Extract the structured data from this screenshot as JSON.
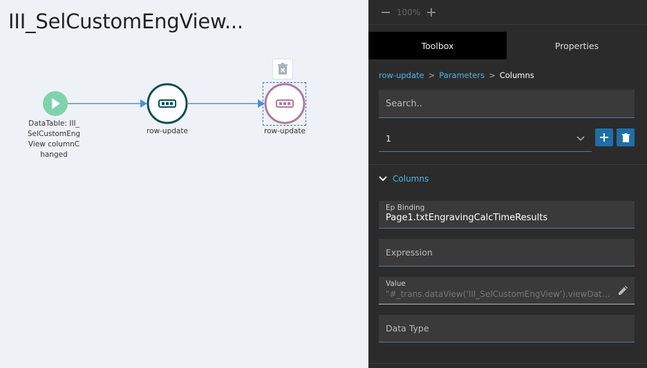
{
  "workflow": {
    "title": "III_SelCustomEngView...",
    "nodes": [
      {
        "label": "DataTable: III_SelCustomEngView columnChanged"
      },
      {
        "label": "row-update"
      },
      {
        "label": "row-update"
      }
    ]
  },
  "colors": {
    "start_node": "#7fd3ac",
    "node1_ring": "#0f4c5c",
    "node2_ring": "#b07a9a",
    "connector": "#4a90d9",
    "accent_link": "#4fb6e8",
    "button_blue": "#1e6fa8"
  },
  "zoom": {
    "minus_icon": "minus-icon",
    "level": "100%",
    "plus_icon": "plus-icon"
  },
  "tabs": [
    {
      "label": "Toolbox"
    },
    {
      "label": "Properties"
    }
  ],
  "breadcrumb": {
    "items": [
      "row-update",
      "Parameters"
    ],
    "current": "Columns",
    "separator": ">"
  },
  "search": {
    "placeholder": "Search.."
  },
  "index_select": {
    "value": "1"
  },
  "columns_section": {
    "title": "Columns"
  },
  "properties": {
    "ep_binding": {
      "label": "Ep Binding",
      "value": "Page1.txtEngravingCalcTimeResults"
    },
    "expression": {
      "placeholder": "Expression"
    },
    "value": {
      "label": "Value",
      "value": "\"#_trans.dataView('III_SelCustomEngView').viewData...."
    },
    "data_type": {
      "placeholder": "Data Type"
    }
  }
}
